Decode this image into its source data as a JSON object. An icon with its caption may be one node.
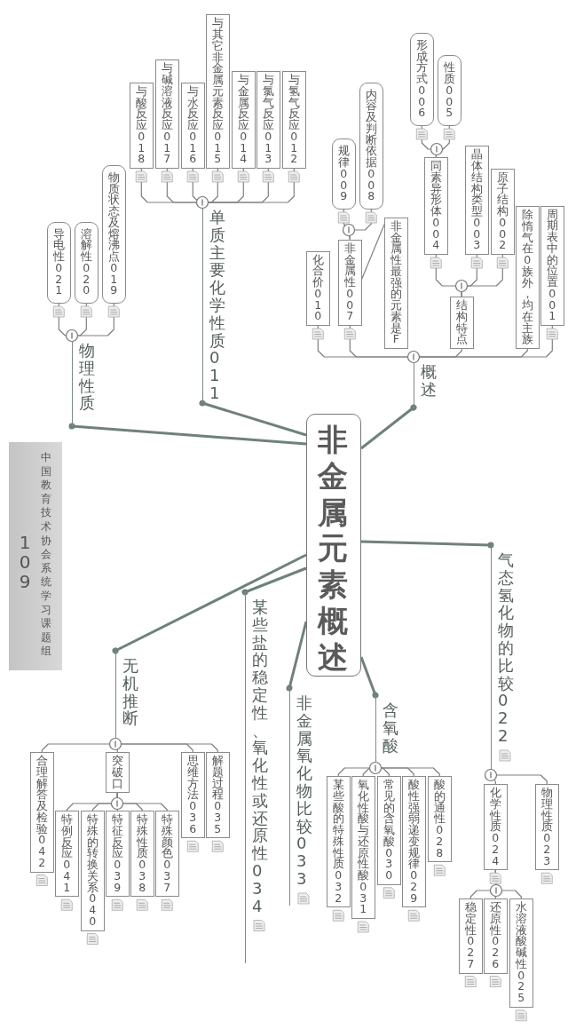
{
  "diagram": {
    "nodes": [
      {
        "text": [
          "非金属元素概述"
        ]
      },
      {
        "text": [
          "概述"
        ]
      },
      {
        "text": [
          "周期表中的位置001"
        ]
      },
      {
        "text": [
          "除惰气在0族外，均在主族"
        ]
      },
      {
        "text": [
          "结构特点"
        ]
      },
      {
        "text": [
          "原子结构002"
        ]
      },
      {
        "text": [
          "晶体结构类型003"
        ]
      },
      {
        "text": [
          "同素异形体004"
        ]
      },
      {
        "text": [
          "性质005"
        ]
      },
      {
        "text": [
          "形成方式006"
        ]
      },
      {
        "text": [
          "非金属性007"
        ]
      },
      {
        "text": [
          "内容及判断依据008"
        ]
      },
      {
        "text": [
          "规律009"
        ]
      },
      {
        "text": [
          "非金属性最强的元素是F"
        ]
      },
      {
        "text": [
          "化合价010"
        ]
      },
      {
        "text": [
          "单质主要化学性质011"
        ]
      },
      {
        "text": [
          "与氢气反应012"
        ]
      },
      {
        "text": [
          "与氯气反应013"
        ]
      },
      {
        "text": [
          "与金属反应014"
        ]
      },
      {
        "text": [
          "与其它非金属元素反应015"
        ]
      },
      {
        "text": [
          "与水反应016"
        ]
      },
      {
        "text": [
          "与碱溶液反应017"
        ]
      },
      {
        "text": [
          "与酸反应018"
        ]
      },
      {
        "text": [
          "物理性质"
        ]
      },
      {
        "text": [
          "物质状态及熔沸点019"
        ]
      },
      {
        "text": [
          "溶解性020"
        ]
      },
      {
        "text": [
          "导电性021"
        ]
      },
      {
        "text": [
          "气态氢化物的比较022"
        ]
      },
      {
        "text": [
          "物理性质023"
        ]
      },
      {
        "text": [
          "化学性质024"
        ]
      },
      {
        "text": [
          "水溶液酸碱性025"
        ]
      },
      {
        "text": [
          "还原性026"
        ]
      },
      {
        "text": [
          "稳定性027"
        ]
      },
      {
        "text": [
          "含氧酸"
        ]
      },
      {
        "text": [
          "酸的通性028"
        ]
      },
      {
        "text": [
          "酸性强弱递变规律029"
        ]
      },
      {
        "text": [
          "常见的含氧酸030"
        ]
      },
      {
        "text": [
          "氧化性酸与还原性酸031"
        ]
      },
      {
        "text": [
          "某些酸的特殊性质032"
        ]
      },
      {
        "text": [
          "非金属氧化物比较033"
        ]
      },
      {
        "text": [
          "某些盐的稳定性、氧化性或还原性034"
        ]
      },
      {
        "text": [
          "无机推断"
        ]
      },
      {
        "text": [
          "解题过程035"
        ]
      },
      {
        "text": [
          "思维方法036"
        ]
      },
      {
        "text": [
          "突破口"
        ]
      },
      {
        "text": [
          "特殊颜色037"
        ]
      },
      {
        "text": [
          "特殊性质038"
        ]
      },
      {
        "text": [
          "特征反应039"
        ]
      },
      {
        "text": [
          "特殊的转换关系040"
        ]
      },
      {
        "text": [
          "特例反应041"
        ]
      },
      {
        "text": [
          "合理解答及检验042"
        ]
      }
    ],
    "edges": [
      {
        "from": 0,
        "to": 1,
        "arrow": "other",
        "style": "thick",
        "color": "#6f817d"
      },
      {
        "from": 0,
        "to": 15,
        "arrow": "other",
        "style": "thick",
        "color": "#6f817d"
      },
      {
        "from": 0,
        "to": 23,
        "arrow": "other",
        "style": "thick",
        "color": "#6f817d"
      },
      {
        "from": 0,
        "to": 27,
        "arrow": "other",
        "style": "thick",
        "color": "#6f817d"
      },
      {
        "from": 0,
        "to": 33,
        "arrow": "other",
        "style": "thick",
        "color": "#6f817d"
      },
      {
        "from": 0,
        "to": 39,
        "arrow": "other",
        "style": "thick",
        "color": "#6f817d"
      },
      {
        "from": 0,
        "to": 40,
        "arrow": "other",
        "style": "thick",
        "color": "#6f817d"
      },
      {
        "from": 0,
        "to": 41,
        "arrow": "other",
        "style": "thick",
        "color": "#6f817d"
      },
      {
        "from": 1,
        "to": 2,
        "arrow": "none"
      },
      {
        "from": 1,
        "to": 3,
        "arrow": "none"
      },
      {
        "from": 1,
        "to": 4,
        "arrow": "none"
      },
      {
        "from": 1,
        "to": 10,
        "arrow": "none"
      },
      {
        "from": 1,
        "to": 14,
        "arrow": "none"
      },
      {
        "from": 4,
        "to": 5,
        "arrow": "none"
      },
      {
        "from": 4,
        "to": 6,
        "arrow": "none"
      },
      {
        "from": 4,
        "to": 7,
        "arrow": "none"
      },
      {
        "from": 7,
        "to": 8,
        "arrow": "none"
      },
      {
        "from": 7,
        "to": 9,
        "arrow": "none"
      },
      {
        "from": 10,
        "to": 11,
        "arrow": "none"
      },
      {
        "from": 10,
        "to": 12,
        "arrow": "none"
      },
      {
        "from": 13,
        "to": 10,
        "arrow": "none"
      },
      {
        "from": 15,
        "to": 16,
        "arrow": "none"
      },
      {
        "from": 15,
        "to": 17,
        "arrow": "none"
      },
      {
        "from": 15,
        "to": 18,
        "arrow": "none"
      },
      {
        "from": 15,
        "to": 19,
        "arrow": "none"
      },
      {
        "from": 15,
        "to": 20,
        "arrow": "none"
      },
      {
        "from": 15,
        "to": 21,
        "arrow": "none"
      },
      {
        "from": 15,
        "to": 22,
        "arrow": "none"
      },
      {
        "from": 23,
        "to": 24,
        "arrow": "none"
      },
      {
        "from": 23,
        "to": 25,
        "arrow": "none"
      },
      {
        "from": 23,
        "to": 26,
        "arrow": "none"
      },
      {
        "from": 27,
        "to": 28,
        "arrow": "none"
      },
      {
        "from": 27,
        "to": 29,
        "arrow": "none"
      },
      {
        "from": 29,
        "to": 30,
        "arrow": "none"
      },
      {
        "from": 29,
        "to": 31,
        "arrow": "none"
      },
      {
        "from": 29,
        "to": 32,
        "arrow": "none"
      },
      {
        "from": 33,
        "to": 34,
        "arrow": "none"
      },
      {
        "from": 33,
        "to": 35,
        "arrow": "none"
      },
      {
        "from": 33,
        "to": 36,
        "arrow": "none"
      },
      {
        "from": 33,
        "to": 37,
        "arrow": "none"
      },
      {
        "from": 33,
        "to": 38,
        "arrow": "none"
      },
      {
        "from": 41,
        "to": 42,
        "arrow": "none"
      },
      {
        "from": 41,
        "to": 43,
        "arrow": "none"
      },
      {
        "from": 41,
        "to": 44,
        "arrow": "none"
      },
      {
        "from": 41,
        "to": 50,
        "arrow": "none"
      },
      {
        "from": 44,
        "to": 45,
        "arrow": "none"
      },
      {
        "from": 44,
        "to": 46,
        "arrow": "none"
      },
      {
        "from": 44,
        "to": 47,
        "arrow": "none"
      },
      {
        "from": 44,
        "to": 48,
        "arrow": "none"
      },
      {
        "from": 44,
        "to": 49,
        "arrow": "none"
      }
    ],
    "labels": [
      "中国教育技术协会系统学习课题组",
      "109"
    ]
  }
}
